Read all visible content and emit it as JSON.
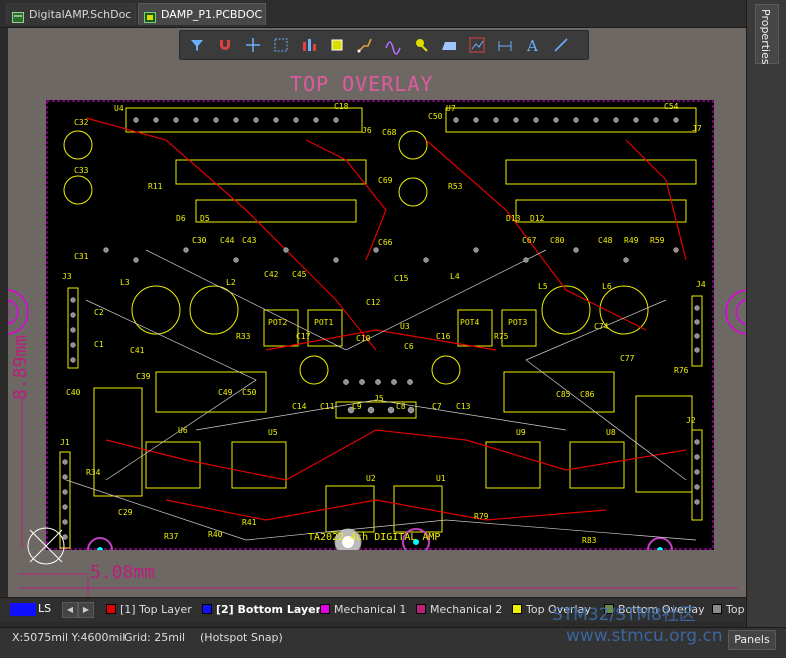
{
  "tabs": [
    {
      "label": "DigitalAMP.SchDoc",
      "active": false
    },
    {
      "label": "DAMP_P1.PCBDOC *",
      "active": true
    }
  ],
  "side_panel": {
    "label": "Properties"
  },
  "canvas": {
    "overlay_title": "TOP OVERLAY",
    "board_text": "TA2022 4ch DIGITAL AMP",
    "dimension_vertical": "8.89mm",
    "dimension_horizontal": "5.08mm",
    "component_labels": [
      "U4",
      "U7",
      "C18",
      "C54",
      "C32",
      "C50",
      "J6",
      "J7",
      "C68",
      "C33",
      "C69",
      "R11",
      "R53",
      "D6",
      "D5",
      "D13",
      "D12",
      "C31",
      "C30",
      "C44",
      "C43",
      "C66",
      "C80",
      "C67",
      "C48",
      "R49",
      "R59",
      "J3",
      "L3",
      "L2",
      "C42",
      "C45",
      "L4",
      "L5",
      "L6",
      "J4",
      "C2",
      "C1",
      "POT2",
      "POT1",
      "POT4",
      "POT3",
      "U3",
      "C12",
      "C15",
      "C17",
      "C10",
      "C6",
      "C16",
      "R75",
      "C74",
      "C41",
      "R33",
      "C77",
      "C40",
      "C39",
      "C49",
      "C50",
      "J5",
      "R76",
      "C14",
      "C11",
      "C9",
      "C8",
      "C7",
      "C13",
      "C85",
      "C86",
      "J1",
      "U6",
      "U5",
      "U9",
      "U8",
      "J2",
      "R34",
      "U2",
      "U1",
      "C29",
      "R41",
      "R37",
      "R40",
      "R79",
      "R83"
    ],
    "colors": {
      "board": "#000000",
      "overlay": "#f0f000",
      "mechanical": "#b8207a",
      "top_layer": "#e00000",
      "bottom_layer": "#1010ff"
    }
  },
  "toolbar": {
    "tools": [
      {
        "name": "filter-icon"
      },
      {
        "name": "magnet-icon"
      },
      {
        "name": "crosshair-icon"
      },
      {
        "name": "select-rect-icon"
      },
      {
        "name": "align-icon"
      },
      {
        "name": "component-icon"
      },
      {
        "name": "route-icon"
      },
      {
        "name": "diff-pair-icon"
      },
      {
        "name": "pad-icon"
      },
      {
        "name": "polygon-icon"
      },
      {
        "name": "graph-icon"
      },
      {
        "name": "dimension-icon"
      },
      {
        "name": "text-icon"
      },
      {
        "name": "line-icon"
      }
    ]
  },
  "layer_bar": {
    "ls_label": "LS",
    "layers": [
      {
        "label": "[1] Top Layer",
        "color": "#e00000",
        "active": false
      },
      {
        "label": "[2] Bottom Layer",
        "color": "#1010ff",
        "active": true
      },
      {
        "label": "Mechanical 1",
        "color": "#e000e0",
        "active": false
      },
      {
        "label": "Mechanical 2",
        "color": "#b8207a",
        "active": false
      },
      {
        "label": "Top Overlay",
        "color": "#f0f000",
        "active": false
      },
      {
        "label": "Bottom Overlay",
        "color": "#6a8a4a",
        "active": false
      },
      {
        "label": "Top",
        "color": "#8a8a8a",
        "active": false
      }
    ]
  },
  "status_bar": {
    "coords": "X:5075mil Y:4600mil",
    "grid": "Grid: 25mil",
    "snap": "(Hotspot Snap)",
    "panels_label": "Panels"
  },
  "watermark": {
    "line1": "STM32/STM8社区",
    "line2": "www.stmcu.org.cn"
  }
}
